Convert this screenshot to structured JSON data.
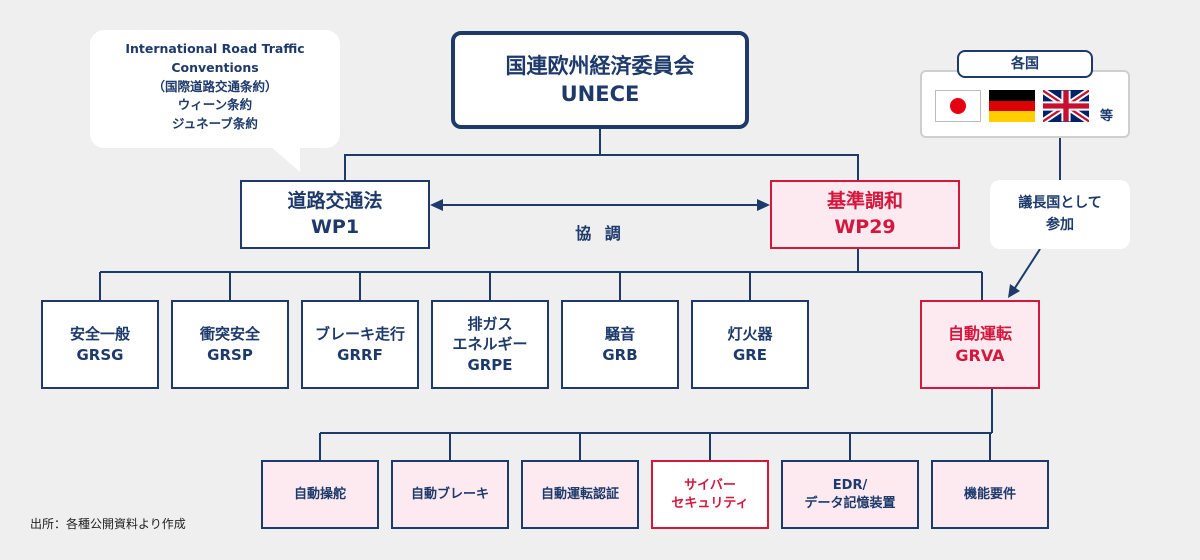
{
  "colors": {
    "navy": "#1d3a6b",
    "red": "#d4183d",
    "pink": "#fdeaf0",
    "background": "#efefef"
  },
  "unece": {
    "line1": "国連欧州経済委員会",
    "line2": "UNECE"
  },
  "bubble": {
    "lines": [
      "International Road Traffic",
      "Conventions",
      "（国際道路交通条約）",
      "ウィーン条約",
      "ジュネーブ条約"
    ]
  },
  "countries": {
    "label": "各国",
    "flags": [
      "japan-flag",
      "germany-flag",
      "uk-flag"
    ],
    "etc": "等"
  },
  "chair_note": {
    "line1": "議長国として",
    "line2": "参加"
  },
  "wp1": {
    "line1": "道路交通法",
    "line2": "WP1"
  },
  "wp29": {
    "line1": "基準調和",
    "line2": "WP29"
  },
  "coordination": "協 調",
  "working_groups": [
    {
      "line1": "安全一般",
      "line2": "",
      "line3": "GRSG"
    },
    {
      "line1": "衝突安全",
      "line2": "",
      "line3": "GRSP"
    },
    {
      "line1": "ブレーキ走行",
      "line2": "",
      "line3": "GRRF"
    },
    {
      "line1": "排ガス",
      "line2": "エネルギー",
      "line3": "GRPE"
    },
    {
      "line1": "騒音",
      "line2": "",
      "line3": "GRB"
    },
    {
      "line1": "灯火器",
      "line2": "",
      "line3": "GRE"
    }
  ],
  "grva": {
    "line1": "自動運転",
    "line2": "GRVA"
  },
  "sub_groups": [
    {
      "line1": "自動操舵",
      "line2": ""
    },
    {
      "line1": "自動ブレーキ",
      "line2": ""
    },
    {
      "line1": "自動運転認証",
      "line2": ""
    },
    {
      "line1": "サイバー",
      "line2": "セキュリティ"
    },
    {
      "line1": "EDR/",
      "line2": "データ記憶装置"
    },
    {
      "line1": "機能要件",
      "line2": ""
    }
  ],
  "source": "出所：各種公開資料より作成"
}
